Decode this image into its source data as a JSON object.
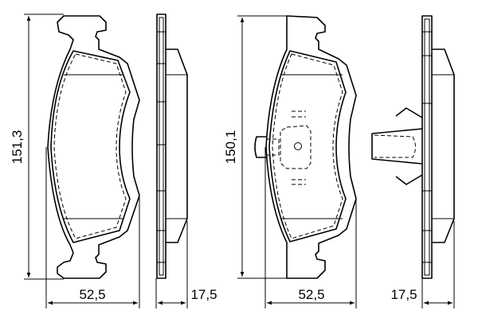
{
  "drawings": [
    {
      "name": "pad-1",
      "height_label": "151,3",
      "width_label": "52,5",
      "thickness_label": "17,5"
    },
    {
      "name": "pad-2",
      "height_label": "150,1",
      "width_label": "52,5",
      "thickness_label": "17,5"
    }
  ]
}
